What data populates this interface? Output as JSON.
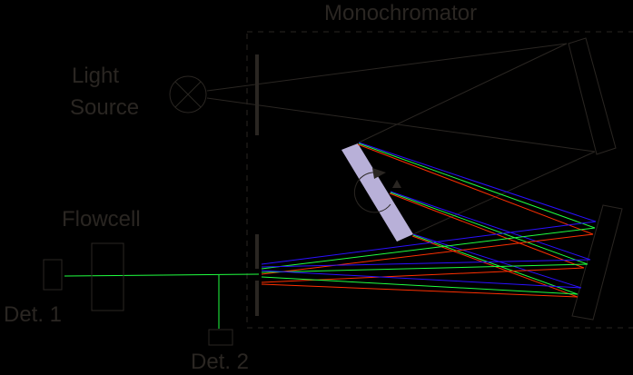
{
  "labels": {
    "monochromator": "Monochromator",
    "light_source_line1": "Light",
    "light_source_line2": "Source",
    "flowcell": "Flowcell",
    "det1": "Det. 1",
    "det2": "Det. 2"
  },
  "colors": {
    "background": "#000000",
    "outline": "#2a2622",
    "grating": "#b8b0d8",
    "ray_blue": "#2a10ff",
    "ray_green": "#20ff40",
    "ray_red": "#ff3000",
    "white_light": "#2a2622"
  }
}
